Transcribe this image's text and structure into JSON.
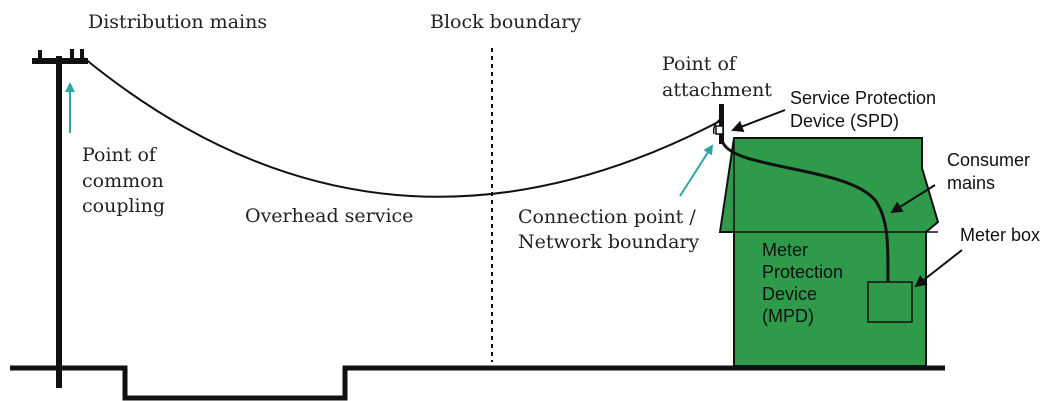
{
  "labels": {
    "distribution_mains": "Distribution mains",
    "block_boundary": "Block boundary",
    "point_of_common_coupling": [
      "Point of",
      "common",
      "coupling"
    ],
    "overhead_service": "Overhead service",
    "point_of_attachment": [
      "Point of",
      "attachment"
    ],
    "service_protection_device": [
      "Service Protection",
      "Device (SPD)"
    ],
    "consumer_mains": [
      "Consumer",
      "mains"
    ],
    "connection_point": [
      "Connection point /",
      "Network boundary"
    ],
    "meter_box": "Meter box",
    "meter_protection_device": [
      "Meter",
      "Protection",
      "Device",
      "(MPD)"
    ]
  },
  "colors": {
    "house": "#2f9a4a",
    "accent_arrow": "#2aa6a6",
    "line": "#111111"
  }
}
